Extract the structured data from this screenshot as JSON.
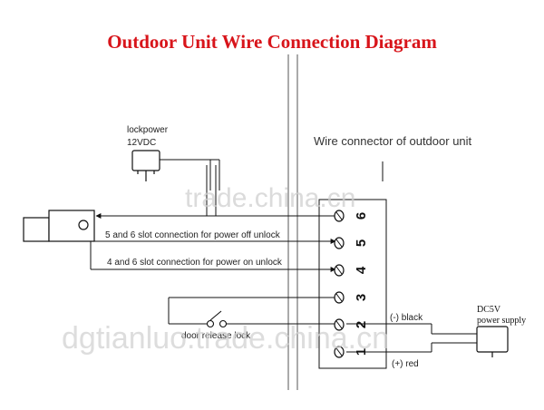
{
  "title": "Outdoor Unit Wire Connection Diagram",
  "lock_power": {
    "name": "lockpower",
    "voltage": "12VDC"
  },
  "connector": {
    "title": "Wire connector of outdoor unit",
    "slots": [
      "6",
      "5",
      "4",
      "3",
      "2",
      "1"
    ]
  },
  "connections": {
    "power_off_unlock": "5 and 6 slot connection for power off unlock",
    "power_on_unlock": "4 and 6 slot connection for power on unlock"
  },
  "door_release": "door release lock",
  "power_supply": {
    "line1": "DC5V",
    "line2": "power supply",
    "neg_label": "(-) black",
    "pos_label": "(+) red"
  },
  "watermarks": [
    "trade.china.cn",
    "dgtianluo.trade.china.cn"
  ],
  "colors": {
    "title": "#d8141a",
    "line": "#111111",
    "watermark": "#cfcfcf"
  }
}
